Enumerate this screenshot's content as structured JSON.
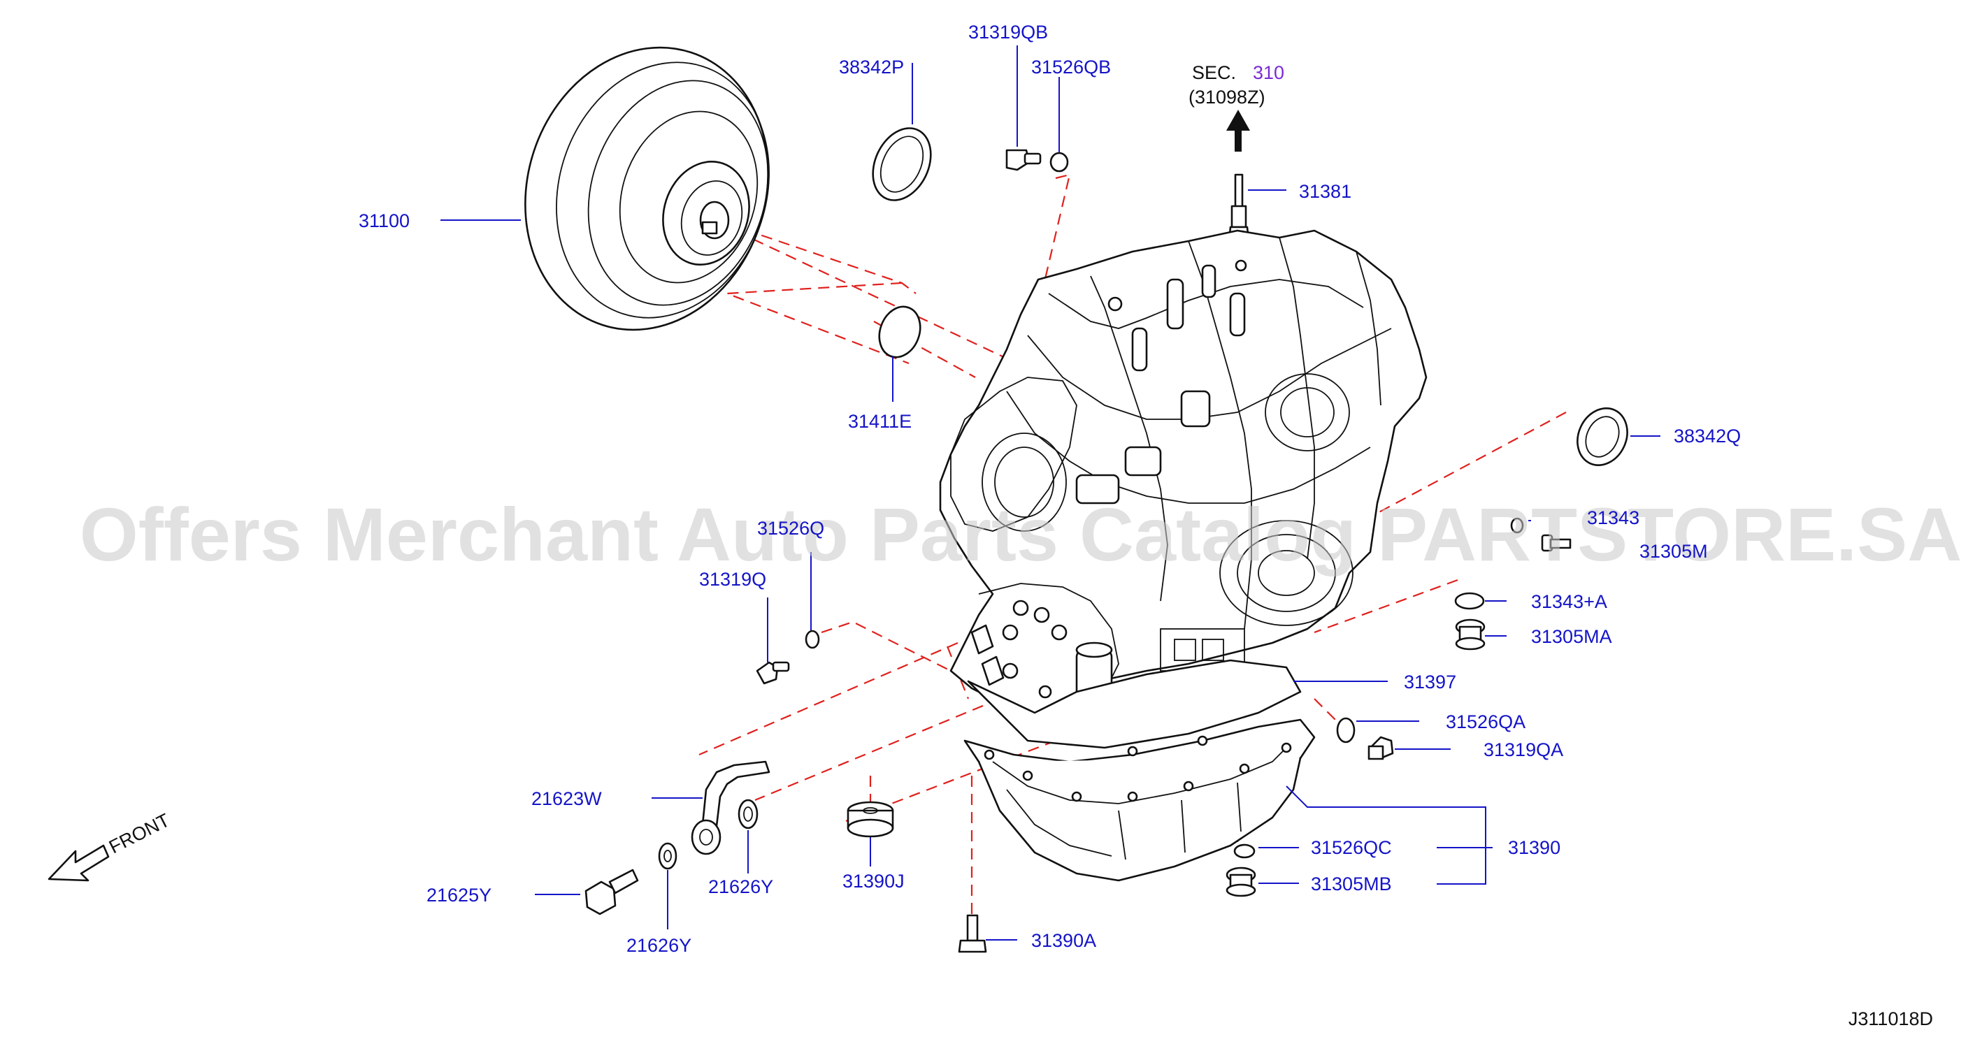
{
  "diagram": {
    "section_ref": {
      "prefix": "SEC.",
      "number": "310",
      "sub": "(31098Z)"
    },
    "direction_label": "FRONT",
    "diagram_code": "J311018D",
    "watermark": "Offers Merchant Auto Parts Catalog PARTSTORE.SA",
    "callouts": {
      "c31100": "31100",
      "c38342P": "38342P",
      "c31319QB": "31319QB",
      "c31526QB": "31526QB",
      "c31381": "31381",
      "c31411E": "31411E",
      "c38342Q": "38342Q",
      "c31526Q": "31526Q",
      "c31343": "31343",
      "c31319Q": "31319Q",
      "c31305M": "31305M",
      "c31343A": "31343+A",
      "c31305MA": "31305MA",
      "c31397": "31397",
      "c31526QA": "31526QA",
      "c31319QA": "31319QA",
      "c21623W": "21623W",
      "c31390": "31390",
      "c31526QC": "31526QC",
      "c21625Y": "21625Y",
      "c21626Y_a": "21626Y",
      "c31390J": "31390J",
      "c31305MB": "31305MB",
      "c21626Y_b": "21626Y",
      "c31390A": "31390A"
    }
  },
  "colors": {
    "callout": "#1414c8",
    "guide_dash": "#e0201c",
    "line": "#111111",
    "section_number": "#7a2bd6"
  }
}
